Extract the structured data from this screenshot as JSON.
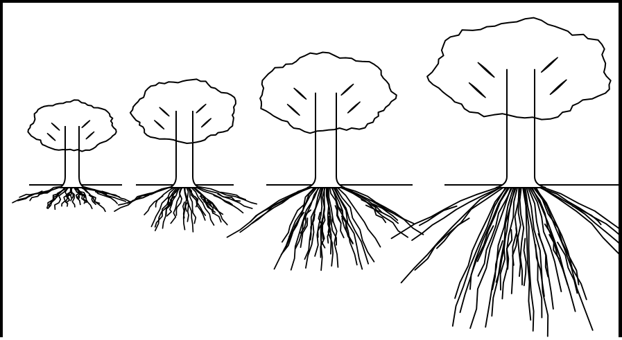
{
  "figure": {
    "colors": {
      "line": "#000000",
      "background": "#ffffff"
    },
    "trees": [
      {
        "id": "tree-1",
        "relative_size": 1.0
      },
      {
        "id": "tree-2",
        "relative_size": 1.25
      },
      {
        "id": "tree-3",
        "relative_size": 1.5
      },
      {
        "id": "tree-4",
        "relative_size": 1.9
      }
    ]
  }
}
